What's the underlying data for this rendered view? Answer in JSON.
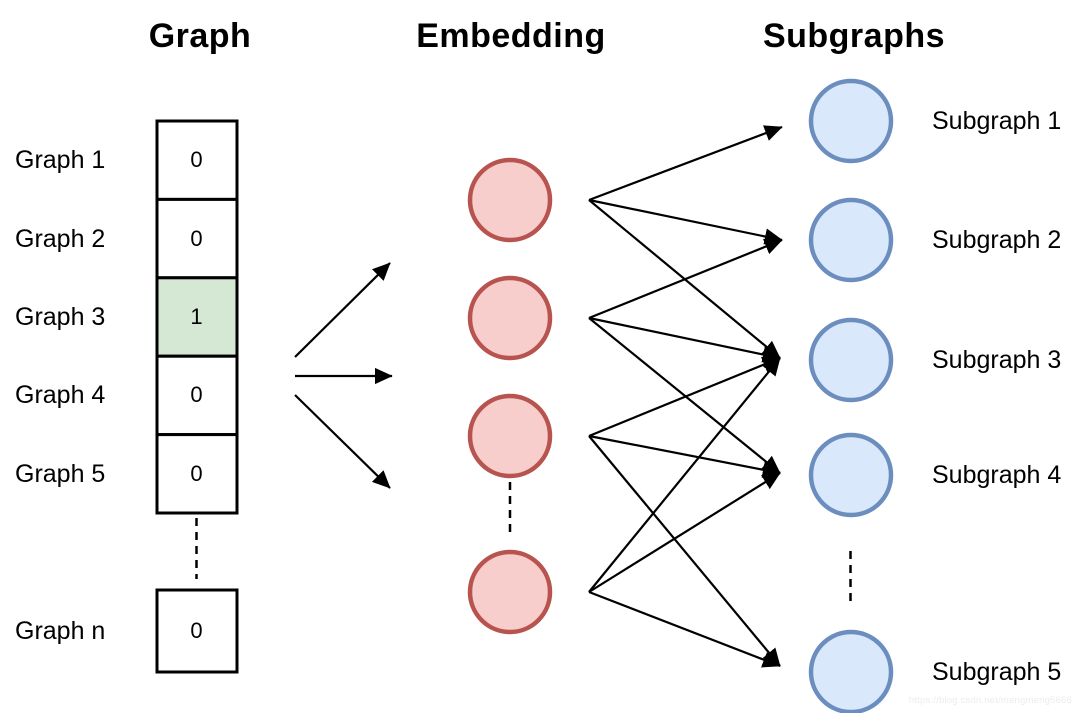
{
  "columns": {
    "graph": {
      "title": "Graph"
    },
    "embedding": {
      "title": "Embedding"
    },
    "subgraphs": {
      "title": "Subgraphs"
    }
  },
  "one_hot_vector": {
    "rows": [
      {
        "label": "Graph 1",
        "value": "0",
        "highlighted": false
      },
      {
        "label": "Graph 2",
        "value": "0",
        "highlighted": false
      },
      {
        "label": "Graph 3",
        "value": "1",
        "highlighted": true
      },
      {
        "label": "Graph 4",
        "value": "0",
        "highlighted": false
      },
      {
        "label": "Graph 5",
        "value": "0",
        "highlighted": false
      }
    ],
    "last_row": {
      "label": "Graph n",
      "value": "0",
      "highlighted": false
    }
  },
  "embedding": {
    "node_count": 4
  },
  "subgraphs": {
    "labels": [
      "Subgraph 1",
      "Subgraph 2",
      "Subgraph 3",
      "Subgraph 4",
      "Subgraph 5"
    ]
  },
  "edges": {
    "vector_to_embedding_count": 3,
    "embedding_to_subgraphs": [
      [
        1,
        1
      ],
      [
        1,
        2
      ],
      [
        1,
        3
      ],
      [
        2,
        2
      ],
      [
        2,
        3
      ],
      [
        2,
        4
      ],
      [
        3,
        3
      ],
      [
        3,
        4
      ],
      [
        3,
        5
      ],
      [
        4,
        3
      ],
      [
        4,
        4
      ],
      [
        4,
        5
      ]
    ]
  },
  "colors": {
    "vector_cell_fill": "#ffffff",
    "vector_highlight_fill": "#d5e8d4",
    "embedding_fill": "#f8cecc",
    "embedding_stroke": "#b85450",
    "subgraph_fill": "#dae8fc",
    "subgraph_stroke": "#6c8ebf",
    "line_color": "#000000"
  },
  "watermark": "https://blog.csdn.net/mengmeng5666"
}
